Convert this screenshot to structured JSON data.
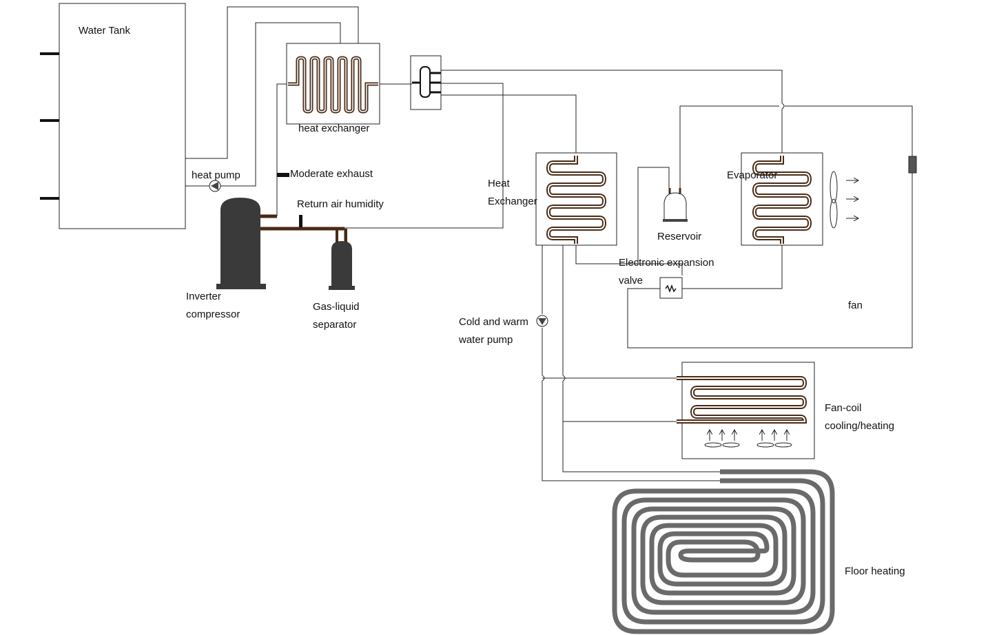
{
  "labels": {
    "water_tank": "Water Tank",
    "heat_exchanger_top": "heat exchanger",
    "heat_pump": "heat pump",
    "moderate_exhaust": "Moderate exhaust",
    "return_air_humidity": "Return air humidity",
    "inverter_compressor_1": "Inverter",
    "inverter_compressor_2": "compressor",
    "gas_liquid_1": "Gas-liquid",
    "gas_liquid_2": "separator",
    "heat_exchanger_mid_1": "Heat",
    "heat_exchanger_mid_2": "Exchanger",
    "reservoir": "Reservoir",
    "evaporator": "Evaporator",
    "electronic_expansion_1": "Electronic expansion",
    "electronic_expansion_2": "valve",
    "fan": "fan",
    "cold_warm_pump_1": "Cold and warm",
    "cold_warm_pump_2": "water pump",
    "fan_coil_1": "Fan-coil",
    "fan_coil_2": "cooling/heating",
    "floor_heating": "Floor heating"
  },
  "colors": {
    "copper_pipe": "#4a2a14",
    "copper_inner": "#ffffff",
    "line": "#222222",
    "compressor": "#3a3a3a",
    "floor_pipe": "#6a6a6a"
  }
}
